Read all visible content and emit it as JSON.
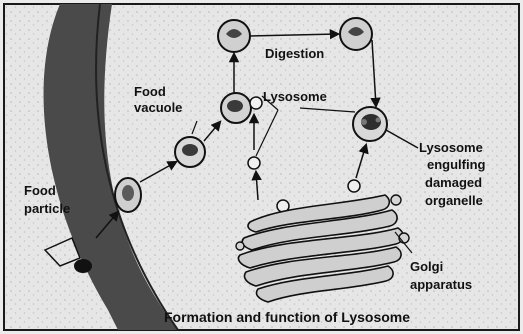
{
  "caption": "Formation and function of Lysosome",
  "labels": {
    "food_vacuole": [
      "Food",
      "vacuole"
    ],
    "food_particle": [
      "Food",
      "particle"
    ],
    "digestion": "Digestion",
    "lysosome": "Lysosome",
    "lysosome_engulfing": [
      "Lysosome",
      "engulfing",
      "damaged",
      "organelle"
    ],
    "golgi": [
      "Golgi",
      "apparatus"
    ]
  }
}
